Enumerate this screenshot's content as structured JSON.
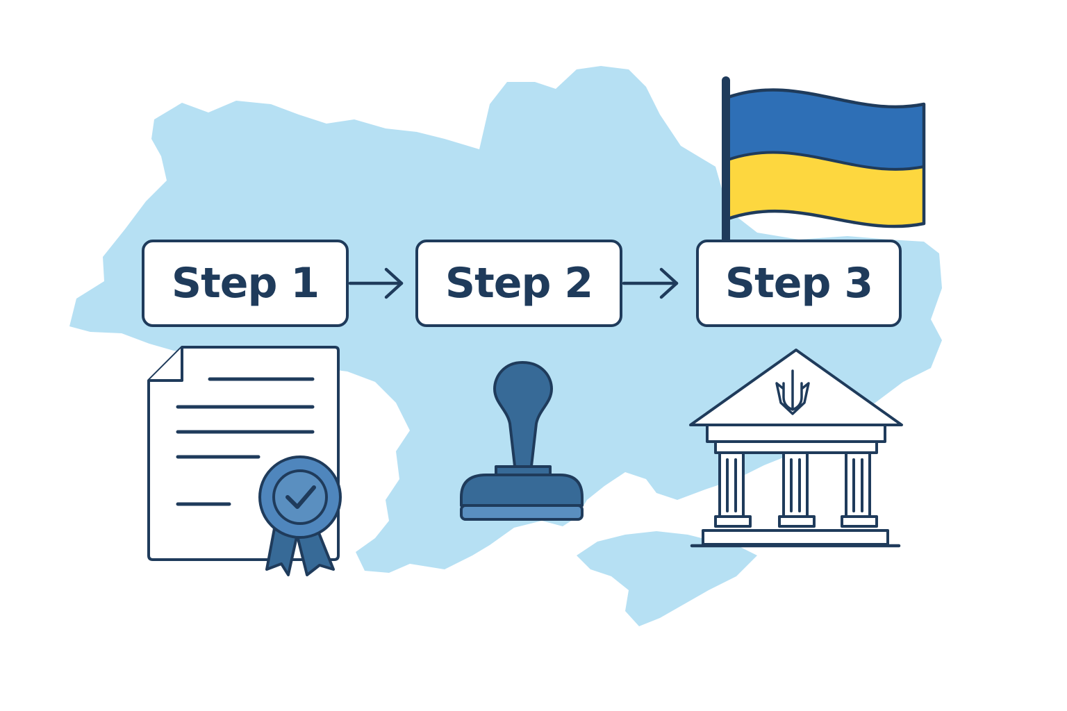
{
  "steps": [
    {
      "label": "Step 1"
    },
    {
      "label": "Step 2"
    },
    {
      "label": "Step 3"
    }
  ],
  "icons": {
    "document": "certificate-document-icon",
    "stamp": "rubber-stamp-icon",
    "flag": "ukraine-flag-icon",
    "building": "government-building-icon",
    "map": "ukraine-map-silhouette"
  },
  "colors": {
    "map": "#b6e0f3",
    "outline": "#1f3b5b",
    "stamp": "#376a97",
    "stamp_light": "#5a8fc0",
    "flag_blue": "#2e6fb6",
    "flag_yellow": "#fdd73f",
    "seal": "#4f86bd"
  }
}
